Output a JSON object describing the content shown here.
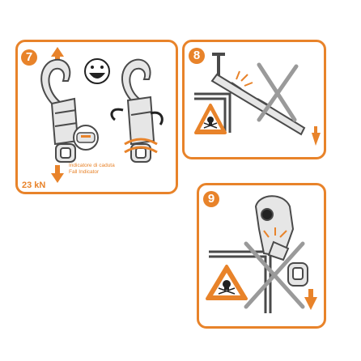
{
  "panels": [
    {
      "number": "7",
      "caption_it": "Indicatore di caduta",
      "caption_en": "Fall Indicator",
      "load": "23 kN"
    },
    {
      "number": "8"
    },
    {
      "number": "9"
    }
  ],
  "icons": [
    "arrow-up-icon",
    "smiley-face-icon",
    "arrow-down-icon",
    "skull-warning-icon",
    "cross-icon"
  ],
  "colors": {
    "accent": "#E8832A",
    "hook_fill": "#E6E6E6",
    "hook_stroke": "#4A4A4A",
    "cross": "#9A9A9A"
  }
}
